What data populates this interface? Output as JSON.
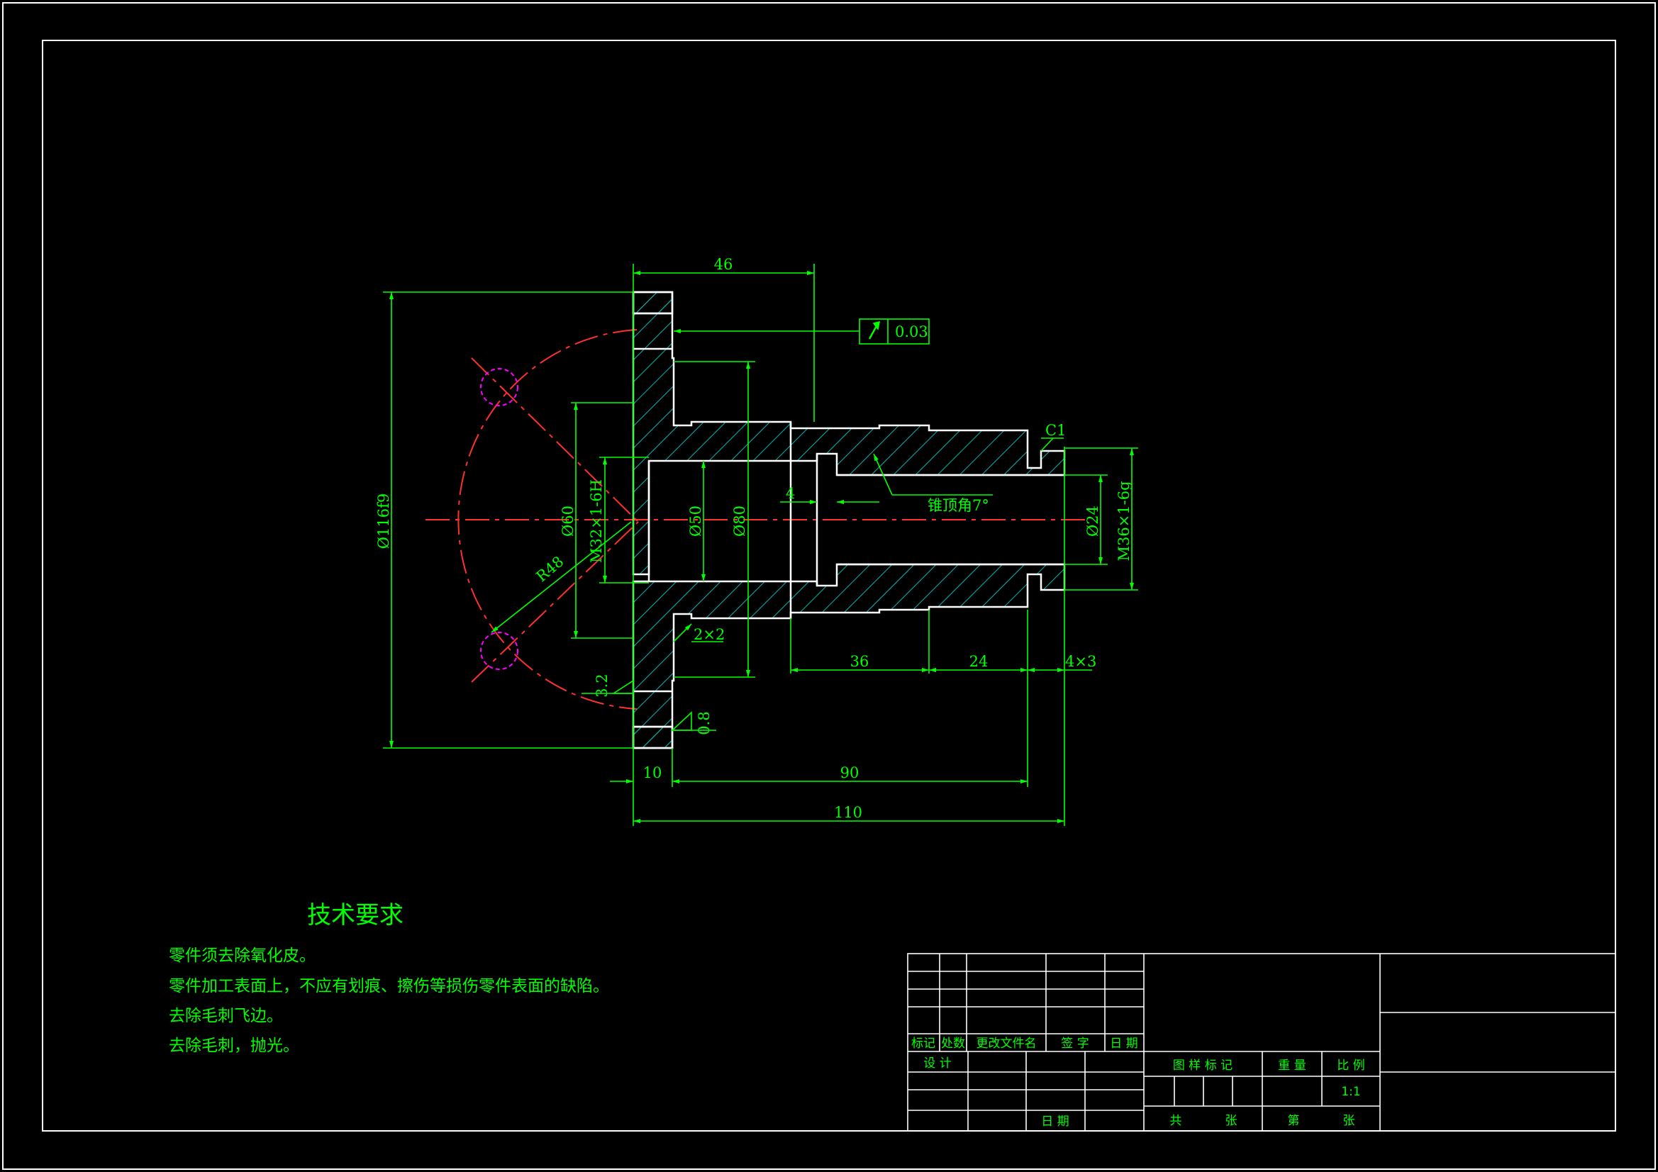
{
  "colors": {
    "background": "#000000",
    "outline": "#ffffff",
    "dimension": "#00ff00",
    "centerline": "#ff3030",
    "hatch": "#00b8b8",
    "hole": "#ff00ff"
  },
  "dimensions": {
    "d46": "46",
    "tol_value": "0.03",
    "c1": "C1",
    "d4": "4",
    "taper": "锥顶角7°",
    "dia116": "Ø116f9",
    "dia60": "Ø60",
    "m32": "M32×1-6H",
    "dia50": "Ø50",
    "dia80": "Ø80",
    "dia24": "Ø24",
    "m36": "M36×1-6g",
    "r48": "R48",
    "ch2x2": "2×2",
    "rough32": "3.2",
    "rough08": "0.8",
    "d36": "36",
    "d24": "24",
    "g4x3": "4×3",
    "d10": "10",
    "d90": "90",
    "d110": "110"
  },
  "tech": {
    "title": "技术要求",
    "lines": [
      "零件须去除氧化皮。",
      "零件加工表面上，不应有划痕、擦伤等损伤零件表面的缺陷。",
      "去除毛刺飞边。",
      "去除毛刺，抛光。"
    ]
  },
  "title_block": {
    "h_mark": "标记",
    "h_count": "处数",
    "h_file": "更改文件名",
    "h_sign": "签 字",
    "h_date": "日 期",
    "design": "设 计",
    "date": "日 期",
    "pattern_mark": "图 样 标 记",
    "weight": "重 量",
    "scale_label": "比 例",
    "scale_value": "1:1",
    "total": "共",
    "sheet": "张",
    "nth": "第",
    "sheet2": "张"
  }
}
